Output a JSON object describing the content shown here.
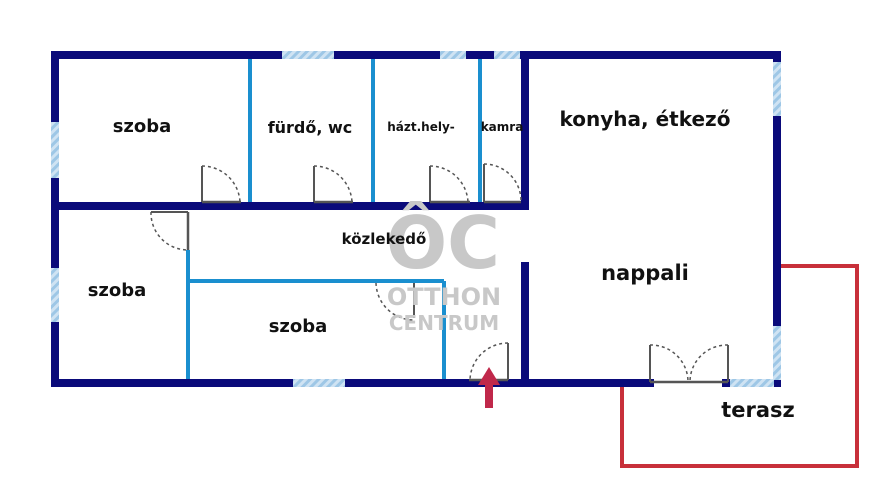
{
  "colors": {
    "outer_wall": "#0a0a7a",
    "inner_wall": "#1a8fcf",
    "window": "#9ec7e6",
    "terrace": "#c8303a",
    "entry_arrow": "#c0284a",
    "door": "#555555",
    "watermark": "#c8c8c8"
  },
  "rooms": {
    "szoba_top": "szoba",
    "furdo": "fürdő, wc",
    "haztartasi": "házt.hely-",
    "kamra": "kamra",
    "konyha": "konyha, étkező",
    "kozlekedo": "közlekedő",
    "nappali": "nappali",
    "szoba_left": "szoba",
    "szoba_mid": "szoba",
    "terasz": "terasz"
  },
  "watermark": {
    "logo_text": "ÔC",
    "line1": "OTTHON",
    "line2": "CENTRUM"
  },
  "icons": {
    "entry": "up-arrow-icon",
    "door": "door-swing-icon"
  }
}
